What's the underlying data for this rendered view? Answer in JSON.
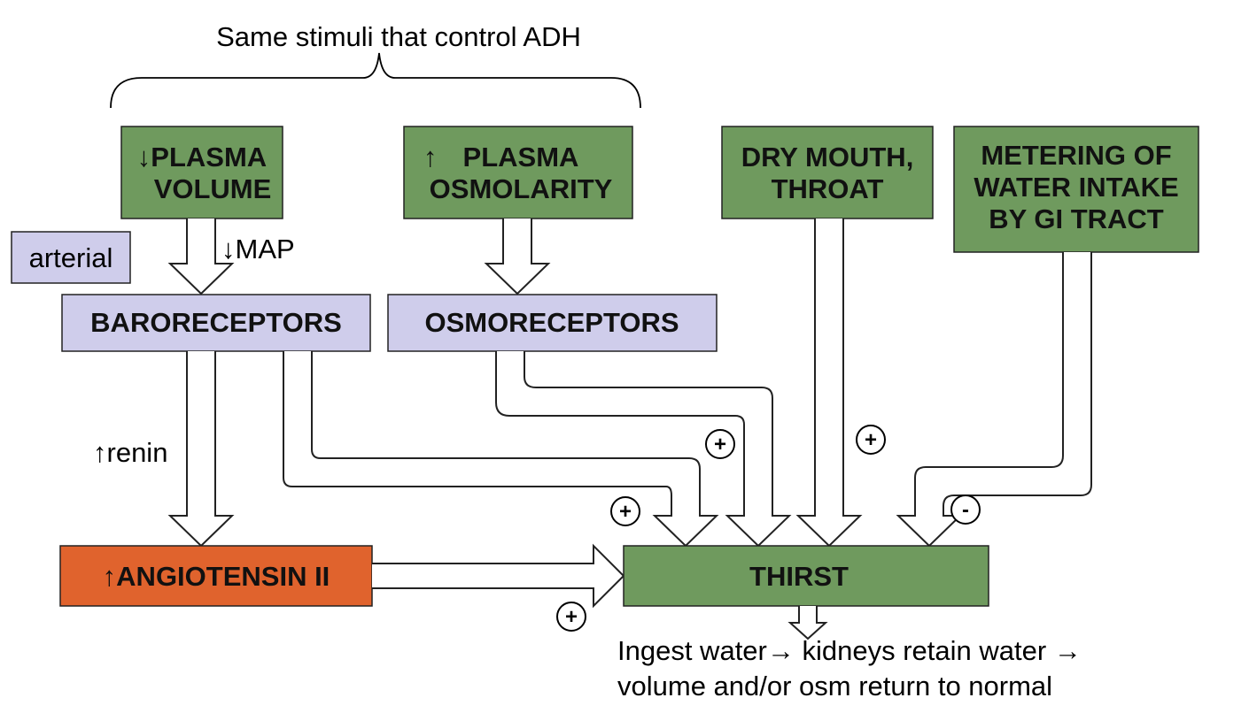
{
  "title": "Same stimuli that control ADH",
  "stimuli": {
    "plasma_volume": {
      "arrow": "↓",
      "line1": "PLASMA",
      "line2": "VOLUME"
    },
    "plasma_osmolarity": {
      "arrow": "↑",
      "line1": "PLASMA",
      "line2": "OSMOLARITY"
    },
    "dry_mouth": {
      "line1": "DRY MOUTH,",
      "line2": "THROAT"
    },
    "metering": {
      "line1": "METERING OF",
      "line2": "WATER INTAKE",
      "line3": "BY GI TRACT"
    }
  },
  "labels": {
    "arterial": "arterial",
    "map": "↓MAP",
    "renin": "↑renin"
  },
  "receptors": {
    "baroreceptors": "BARORECEPTORS",
    "osmoreceptors": "OSMORECEPTORS"
  },
  "angiotensin": "↑ANGIOTENSIN II",
  "thirst": "THIRST",
  "signs": {
    "osmo": "+",
    "dry": "+",
    "baro": "+",
    "metering": "-",
    "angiotensin": "+"
  },
  "outcome": {
    "line1": "Ingest water→ kidneys retain water →",
    "line2": "volume and/or osm return to normal"
  },
  "colors": {
    "green": "#6f9a5e",
    "lavender": "#cfcdeb",
    "orange": "#e0632d"
  }
}
